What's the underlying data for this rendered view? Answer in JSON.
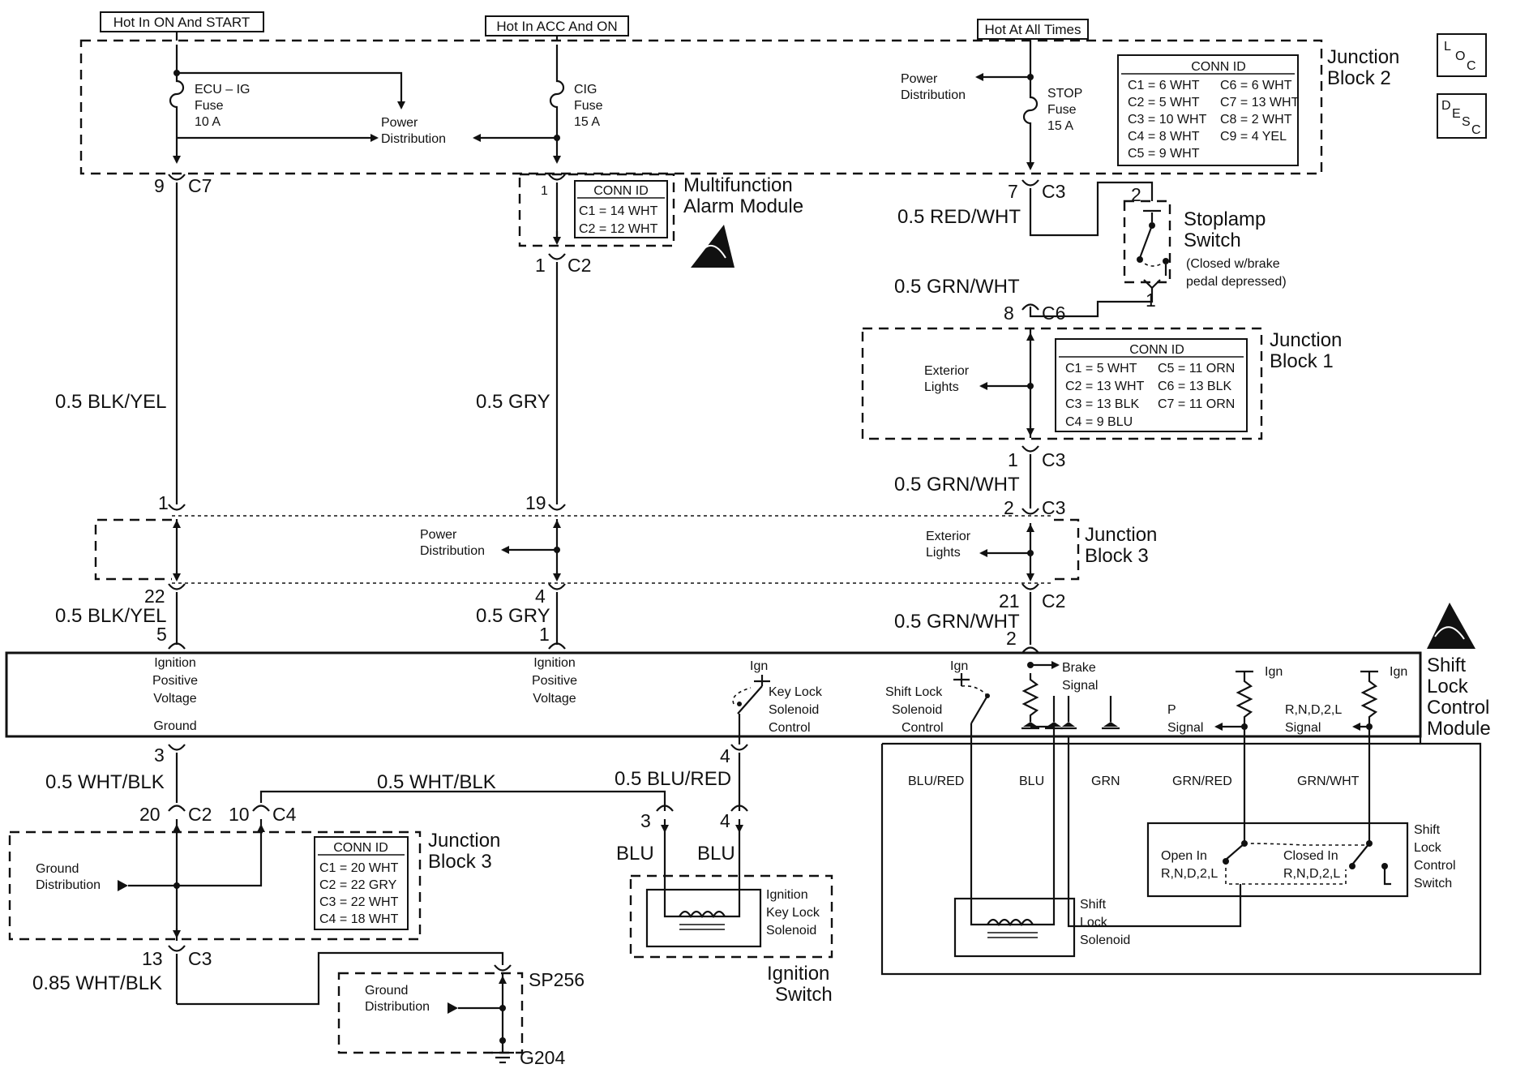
{
  "headers": {
    "hot_on_start": "Hot In ON And START",
    "hot_acc_on": "Hot In ACC And ON",
    "hot_all_times": "Hot At All Times"
  },
  "badges": {
    "loc": [
      "L",
      "O",
      "C"
    ],
    "desc": [
      "D",
      "E",
      "S",
      "C"
    ]
  },
  "junction_block_2": {
    "title": [
      "Junction",
      "Block 2"
    ],
    "ecu_fuse": [
      "ECU – IG",
      "Fuse",
      "10 A"
    ],
    "cig_fuse": [
      "CIG",
      "Fuse",
      "15 A"
    ],
    "stop_fuse": [
      "STOP",
      "Fuse",
      "15 A"
    ],
    "power_distribution": [
      "Power",
      "Distribution"
    ],
    "power_distribution_right": [
      "Power",
      "Distribution"
    ],
    "conn_header": "CONN ID",
    "conn_rows": [
      [
        "C1 = 6 WHT",
        "C6 = 6 WHT"
      ],
      [
        "C2 = 5 WHT",
        "C7 = 13 WHT"
      ],
      [
        "C3 = 10 WHT",
        "C8 = 2 WHT"
      ],
      [
        "C4 = 8 WHT",
        "C9 = 4 YEL"
      ],
      [
        "C5 = 9 WHT",
        ""
      ]
    ]
  },
  "multifunction_alarm": {
    "title": [
      "Multifunction",
      "Alarm Module"
    ],
    "conn_header": "CONN ID",
    "conn_rows": [
      "C1 = 14 WHT",
      "C2 = 12 WHT"
    ],
    "pin_in": "1",
    "pin_out": "1",
    "out_conn": "C2"
  },
  "stoplamp": {
    "title": [
      "Stoplamp",
      "Switch"
    ],
    "note": [
      "(Closed w/brake",
      "pedal depressed)"
    ],
    "pin_top": "2",
    "pin_bottom": "1"
  },
  "junction_block_1": {
    "title": [
      "Junction",
      "Block 1"
    ],
    "exterior_lights": [
      "Exterior",
      "Lights"
    ],
    "conn_header": "CONN ID",
    "conn_rows": [
      [
        "C1 = 5 WHT",
        "C5 = 11 ORN"
      ],
      [
        "C2 = 13 WHT",
        "C6 = 13 BLK"
      ],
      [
        "C3 = 13 BLK",
        "C7 = 11 ORN"
      ],
      [
        "C4 = 9 BLU",
        ""
      ]
    ]
  },
  "junction_block_3_mid": {
    "title": [
      "Junction",
      "Block 3"
    ],
    "power_distribution": [
      "Power",
      "Distribution"
    ],
    "exterior_lights": [
      "Exterior",
      "Lights"
    ]
  },
  "pins": {
    "c7_num": "9",
    "c7": "C7",
    "c3_top_num": "7",
    "c3_top": "C3",
    "c6_num": "8",
    "c6": "C6",
    "jb1_out_num": "1",
    "jb1_out": "C3",
    "jb3_in_left": "1",
    "jb3_in_mid": "19",
    "jb3_in_right_num": "2",
    "jb3_in_right": "C3",
    "jb3_out_left": "22",
    "jb3_out_mid": "4",
    "jb3_out_right_num": "21",
    "jb3_out_right": "C2",
    "module_left": "5",
    "module_mid": "1",
    "module_right": "2",
    "ground_pin": "3",
    "keylock_pin": "4"
  },
  "wires": {
    "blk_yel": "0.5 BLK/YEL",
    "gry": "0.5 GRY",
    "red_wht": "0.5 RED/WHT",
    "grn_wht_1": "0.5 GRN/WHT",
    "grn_wht_2": "0.5 GRN/WHT",
    "blk_yel_2": "0.5 BLK/YEL",
    "gry_2": "0.5 GRY",
    "grn_wht_3": "0.5 GRN/WHT",
    "wht_blk_1": "0.5 WHT/BLK",
    "wht_blk_2": "0.5 WHT/BLK",
    "blu_red": "0.5 BLU/RED",
    "wht_blk_085": "0.85 WHT/BLK",
    "blu_1": "BLU",
    "blu_2": "BLU"
  },
  "shift_lock_module": {
    "title": [
      "Shift",
      "Lock",
      "Control",
      "Module"
    ],
    "ign_pos_1": [
      "Ignition",
      "Positive",
      "Voltage"
    ],
    "ign_pos_2": [
      "Ignition",
      "Positive",
      "Voltage"
    ],
    "ground": "Ground",
    "ign": "Ign",
    "key_lock": [
      "Key Lock",
      "Solenoid",
      "Control"
    ],
    "shift_lock": [
      "Shift Lock",
      "Solenoid",
      "Control"
    ],
    "brake_signal": [
      "Brake",
      "Signal"
    ],
    "p_signal": [
      "P",
      "Signal"
    ],
    "rnd_signal": [
      "R,N,D,2,L",
      "Signal"
    ]
  },
  "lower_right": {
    "wire_labels": [
      "BLU/RED",
      "BLU",
      "GRN",
      "GRN/RED",
      "GRN/WHT"
    ],
    "shift_lock_solenoid": [
      "Shift",
      "Lock",
      "Solenoid"
    ],
    "shift_lock_switch": [
      "Shift",
      "Lock",
      "Control",
      "Switch"
    ],
    "open_in": [
      "Open In",
      "R,N,D,2,L"
    ],
    "closed_in": [
      "Closed In",
      "R,N,D,2,L"
    ]
  },
  "junction_block_3_bottom": {
    "title": [
      "Junction",
      "Block 3"
    ],
    "ground_distribution": [
      "Ground",
      "Distribution"
    ],
    "conn_header": "CONN ID",
    "conn_rows": [
      "C1 = 20 WHT",
      "C2 = 22 GRY",
      "C3 = 22 WHT",
      "C4 = 18 WHT"
    ],
    "pin_c2_num": "20",
    "pin_c2": "C2",
    "pin_c4_num": "10",
    "pin_c4": "C4",
    "pin_c3_num": "13",
    "pin_c3": "C3"
  },
  "ignition_switch": {
    "title": [
      "Ignition",
      "Switch"
    ],
    "solenoid": [
      "Ignition",
      "Key Lock",
      "Solenoid"
    ],
    "pin_left": "3",
    "pin_right": "4"
  },
  "ground": {
    "splice": "SP256",
    "ground_distribution": [
      "Ground",
      "Distribution"
    ],
    "ground_id": "G204"
  }
}
